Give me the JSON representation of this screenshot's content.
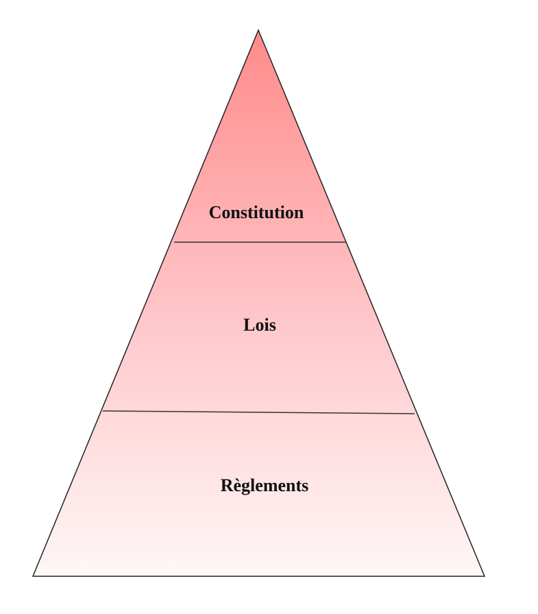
{
  "diagram": {
    "type": "pyramid",
    "tiers": [
      {
        "label": "Constitution"
      },
      {
        "label": "Lois"
      },
      {
        "label": "Règlements"
      }
    ],
    "colors": {
      "top": "#ff8a8a",
      "bottom": "#fff7f7",
      "outline": "#222222",
      "divider": "#333333",
      "text": "#111111"
    }
  }
}
